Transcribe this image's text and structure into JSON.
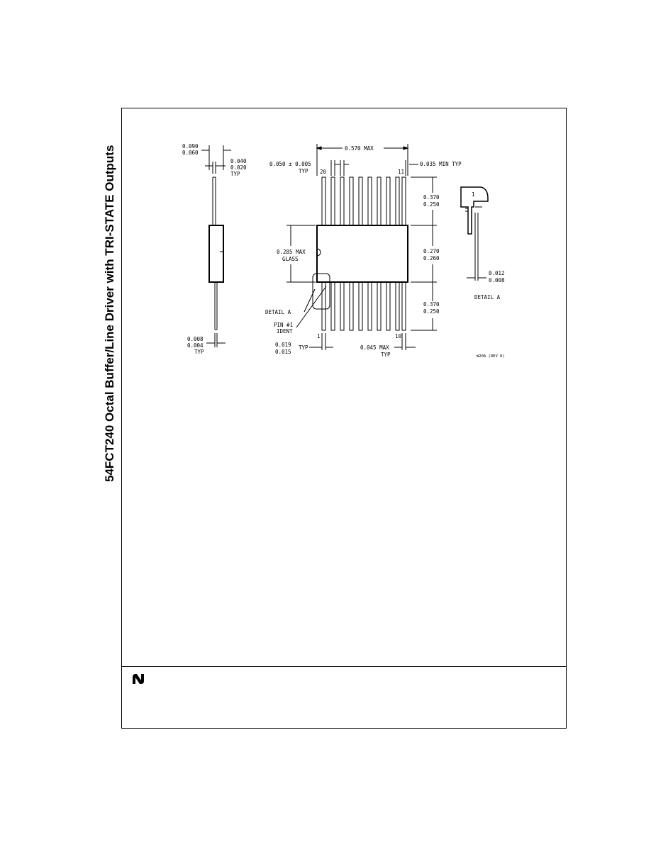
{
  "page": {
    "side_title": "54FCT240 Octal Buffer/Line Driver with TRI-STATE Outputs"
  },
  "drawing": {
    "side_view": {
      "dim_top_a": "0.090",
      "dim_top_b": "0.060",
      "dim_lead_a": "0.040",
      "dim_lead_b": "0.020",
      "dim_lead_typ": "TYP",
      "dim_bottom_a": "0.008",
      "dim_bottom_b": "0.004",
      "dim_bottom_typ": "TYP"
    },
    "top_view": {
      "overall_width": "0.570 MAX",
      "pitch_a": "0.050 ± 0.005",
      "pitch_typ": "TYP",
      "lead_min": "0.035 MIN TYP",
      "pin_20": "20",
      "pin_11": "11",
      "pin_1": "1",
      "pin_10": "10",
      "body_width": "0.285 MAX",
      "body_width_sub": "GLASS",
      "lead_len_top_a": "0.370",
      "lead_len_top_b": "0.250",
      "body_len_a": "0.270",
      "body_len_b": "0.260",
      "lead_len_bot_a": "0.370",
      "lead_len_bot_b": "0.250",
      "detail_label": "DETAIL A",
      "pin1_label_a": "PIN #1",
      "pin1_label_b": "IDENT",
      "lead_width_a": "0.019",
      "lead_width_typ": "TYP",
      "lead_width_b": "0.015",
      "end_gap": "0.045 MAX",
      "end_gap_typ": "TYP"
    },
    "detail_a": {
      "pin_number": "1",
      "thk_a": "0.012",
      "thk_b": "0.008",
      "caption": "DETAIL A"
    },
    "drawing_id": "W20A (REV D)"
  },
  "footer": {
    "logo_icon": "national-semiconductor-logo-icon"
  }
}
